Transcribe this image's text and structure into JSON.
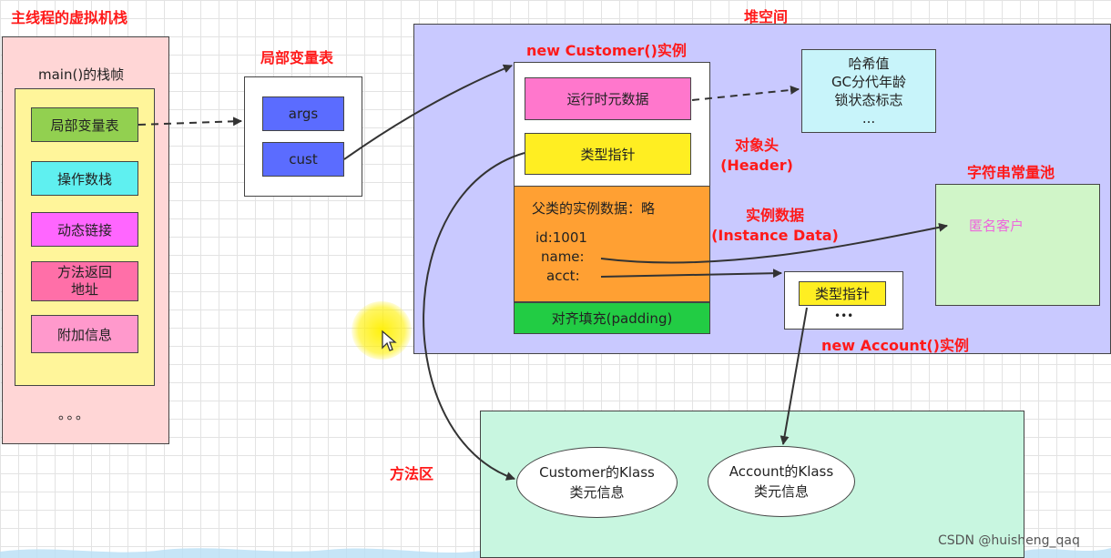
{
  "stack": {
    "title": "主线程的虚拟机栈",
    "frame_label": "main()的栈帧",
    "items": [
      "局部变量表",
      "操作数栈",
      "动态链接",
      "方法返回\n地址",
      "附加信息"
    ],
    "dots": "。。。"
  },
  "locals": {
    "title": "局部变量表",
    "items": [
      "args",
      "cust"
    ]
  },
  "heap": {
    "title": "堆空间",
    "customer_title": "new Customer()实例",
    "runtime_meta": "运行时元数据",
    "type_pointer": "类型指针",
    "header_label": "对象头\n(Header)",
    "parent_data": "父类的实例数据：略",
    "fields": [
      "id:1001",
      "name:",
      "acct:"
    ],
    "instance_label": "实例数据\n(Instance Data)",
    "padding": "对齐填充(padding)",
    "meta_details": [
      "哈希值",
      "GC分代年龄",
      "锁状态标志",
      "..."
    ],
    "string_pool_title": "字符串常量池",
    "string_value": "匿名客户",
    "account_type_pointer": "类型指针",
    "account_dots": "•••",
    "account_title": "new Account()实例"
  },
  "method_area": {
    "title": "方法区",
    "customer_klass": "Customer的Klass\n类元信息",
    "account_klass": "Account的Klass\n类元信息"
  },
  "watermark": "CSDN @huisheng_qaq",
  "colors": {
    "title_red": "#ff1a1a",
    "stack_bg": "#ffd6d6",
    "frame_bg": "#fff59a",
    "locals_green": "#92d050",
    "operand_cyan": "#5ff0f0",
    "dynamic_magenta": "#ff66ff",
    "return_pink": "#ff6fa8",
    "extra_pink": "#ff99cc",
    "var_blue": "#5b6cff",
    "heap_bg": "#c9c9ff",
    "meta_pink": "#ff77cc",
    "type_yellow": "#ffee22",
    "instance_orange": "#ffa033",
    "padding_green": "#22cc44",
    "meta_detail_bg": "#c8f4fa",
    "string_pool_bg": "#d0f5c8",
    "method_area_bg": "#c8f6e0",
    "string_text": "#ee66dd"
  }
}
